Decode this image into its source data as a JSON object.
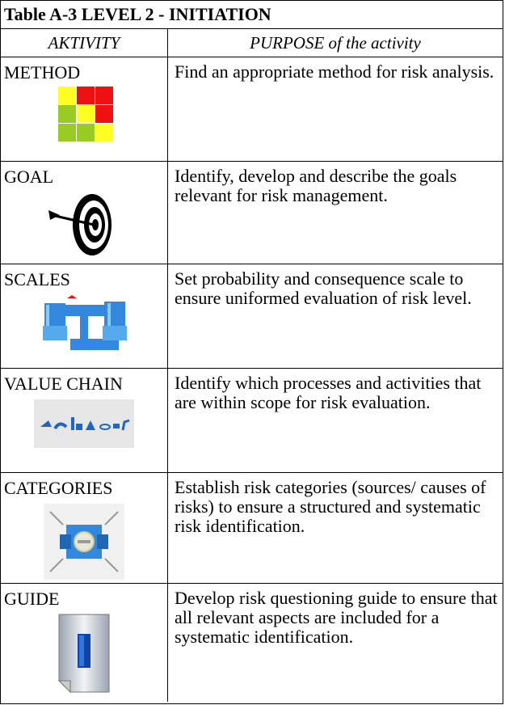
{
  "table": {
    "title": "Table A-3  LEVEL 2 - INITIATION",
    "header": {
      "activity": "AKTIVITY",
      "purpose": "PURPOSE of the activity"
    },
    "rows": [
      {
        "activity": "METHOD",
        "purpose": "Find an appropriate method for risk analysis.",
        "icon": "risk-matrix-icon"
      },
      {
        "activity": "GOAL",
        "purpose": "Identify, develop and describe the goals relevant for risk management.",
        "icon": "target-icon"
      },
      {
        "activity": "SCALES",
        "purpose": "Set probability and consequence scale to ensure uniformed evaluation of risk level.",
        "icon": "balance-scale-icon"
      },
      {
        "activity": "VALUE CHAIN",
        "purpose": "Identify which processes and activities that are within scope for risk evaluation.",
        "icon": "value-chain-icon"
      },
      {
        "activity": "CATEGORIES",
        "purpose": "Establish risk categories (sources/ causes of risks) to ensure a structured and systematic risk identification.",
        "icon": "categories-diagram-icon"
      },
      {
        "activity": "GUIDE",
        "purpose": "Develop risk questioning guide to ensure that all relevant aspects are included for a systematic identification.",
        "icon": "document-guide-icon"
      }
    ]
  },
  "colors": {
    "red": "#ee1111",
    "yellow": "#ffff22",
    "green": "#99cc22",
    "blue": "#3388dd"
  }
}
